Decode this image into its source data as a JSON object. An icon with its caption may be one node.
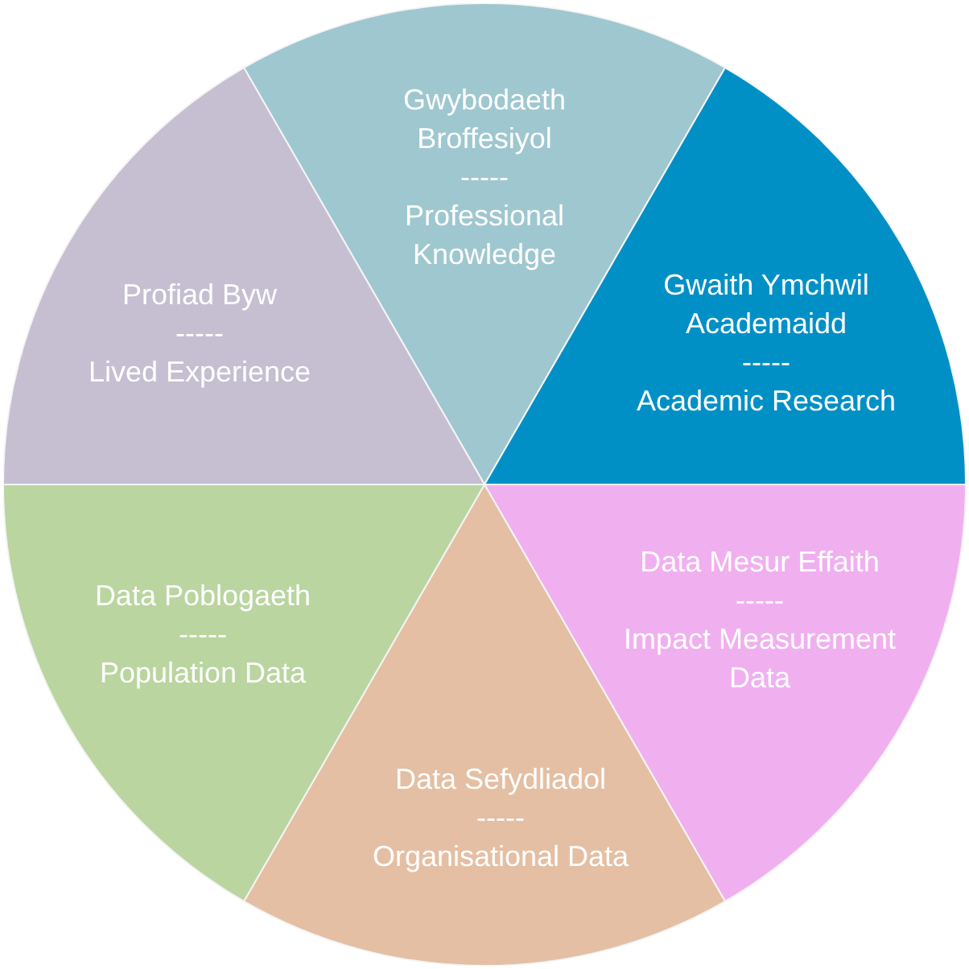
{
  "diagram": {
    "nodes": [
      {
        "text": [
          "Gwybodaeth Broffesiyol",
          "-----",
          "Professional Knowledge"
        ]
      },
      {
        "text": [
          "Gwaith Ymchwil Academaidd",
          "-----",
          "Academic Research"
        ]
      },
      {
        "text": [
          "Data Mesur Effaith",
          "-----",
          "Impact Measurement Data"
        ]
      },
      {
        "text": [
          "Data Sefydliadol",
          "-----",
          "Organisational Data"
        ]
      },
      {
        "text": [
          "Data Poblogaeth",
          "-----",
          "Population Data"
        ]
      },
      {
        "text": [
          "Profiad Byw",
          "-----",
          "Lived Experience"
        ]
      }
    ]
  }
}
